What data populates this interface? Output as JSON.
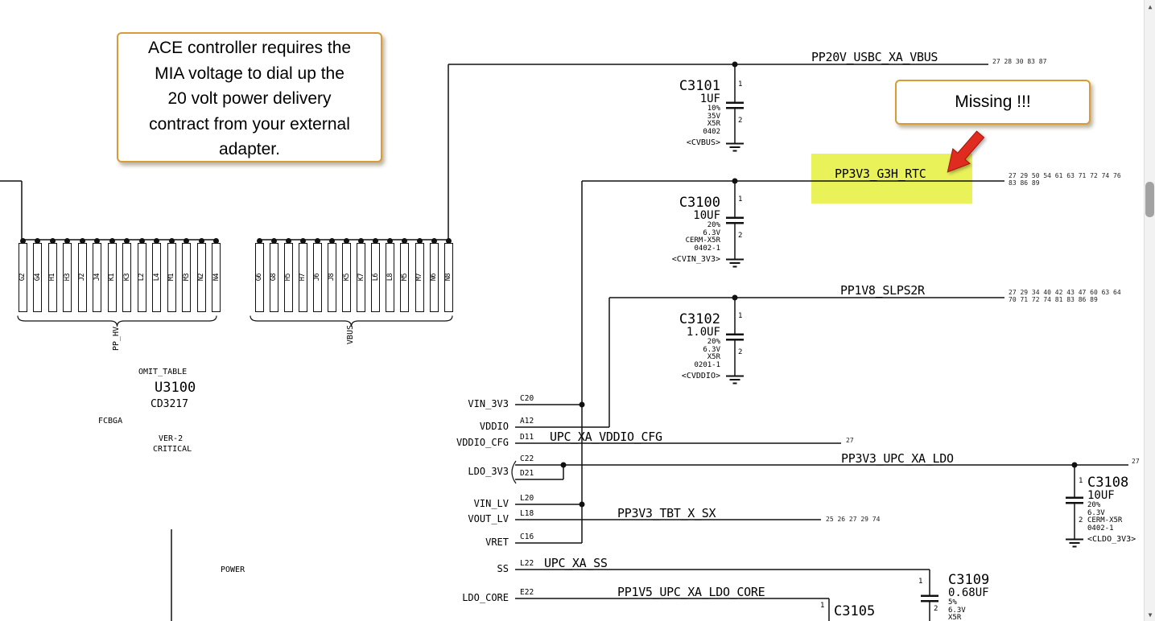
{
  "colors": {
    "highlight": "#EAF25A",
    "callout_border": "#D89B35",
    "arrow_red": "#E02B20",
    "wire": "#111111"
  },
  "callouts": {
    "note": "ACE controller requires the\nMIA voltage to dial up the\n20 volt power delivery\ncontract from your external\nadapter.",
    "missing": "Missing !!!"
  },
  "nets": {
    "pp20v_usbc_xa_vbus": {
      "label": "PP20V_USBC_XA_VBUS",
      "pins": "27 28 30 83 87"
    },
    "pp3v3_g3h_rtc": {
      "label": "PP3V3_G3H_RTC",
      "pins_row1": "27 29 50 54 61 63 71 72 74 76",
      "pins_row2": "83 86 89"
    },
    "pp1v8_slps2r": {
      "label": "PP1V8_SLPS2R",
      "pins_row1": "27 29 34 40 42 43 47 60 63 64",
      "pins_row2": "70 71 72 74 81 83 86 89"
    },
    "upc_xa_vddio_cfg": {
      "label": "UPC_XA_VDDIO_CFG",
      "pins": "27"
    },
    "pp3v3_upc_xa_ldo": {
      "label": "PP3V3_UPC_XA_LDO",
      "pins": "27"
    },
    "pp3v3_tbt_x_sx": {
      "label": "PP3V3_TBT_X_SX",
      "pins": "25 26 27 29 74"
    },
    "upc_xa_ss": {
      "label": "UPC_XA_SS"
    },
    "pp1v5_upc_xa_ldo_core": {
      "label": "PP1V5_UPC_XA_LDO_CORE"
    }
  },
  "capacitors": {
    "c3101": {
      "ref": "C3101",
      "value": "1UF",
      "tol": "10%",
      "volt": "35V",
      "diel": "X5R",
      "pkg": "0402",
      "cls": "<CVBUS>",
      "pin1": "1",
      "pin2": "2"
    },
    "c3100": {
      "ref": "C3100",
      "value": "10UF",
      "tol": "20%",
      "volt": "6.3V",
      "diel": "CERM-X5R",
      "pkg": "0402-1",
      "cls": "<CVIN_3V3>",
      "pin1": "1",
      "pin2": "2"
    },
    "c3102": {
      "ref": "C3102",
      "value": "1.0UF",
      "tol": "20%",
      "volt": "6.3V",
      "diel": "X5R",
      "pkg": "0201-1",
      "cls": "<CVDDIO>",
      "pin1": "1",
      "pin2": "2"
    },
    "c3108": {
      "ref": "C3108",
      "value": "10UF",
      "tol": "20%",
      "volt": "6.3V",
      "diel": "CERM-X5R",
      "pkg": "0402-1",
      "cls": "<CLDO_3V3>",
      "pin1": "1",
      "pin2": "2"
    },
    "c3109": {
      "ref": "C3109",
      "value": "0.68UF",
      "tol": "5%",
      "volt": "6.3V",
      "diel": "X5R",
      "pin1": "1",
      "pin2": "2"
    },
    "c3105": {
      "ref": "C3105",
      "pin1": "1"
    }
  },
  "ic": {
    "omit_table": "OMIT_TABLE",
    "ref": "U3100",
    "part": "CD3217",
    "pkg": "FCBGA",
    "version": "VER-2",
    "critical": "CRITICAL",
    "power": "POWER"
  },
  "pin_groups": {
    "pp_hv": {
      "label": "PP_HV",
      "pins": [
        "G2",
        "G4",
        "H1",
        "H3",
        "J2",
        "J4",
        "K1",
        "K3",
        "L2",
        "L4",
        "M1",
        "M3",
        "N2",
        "N4"
      ]
    },
    "vbus": {
      "label": "VBUS",
      "pins": [
        "G6",
        "G8",
        "H5",
        "H7",
        "J6",
        "J8",
        "K5",
        "K7",
        "L6",
        "L8",
        "M5",
        "M7",
        "N6",
        "N8"
      ]
    }
  },
  "right_pins": {
    "vin_3v3": {
      "name": "VIN_3V3",
      "des": "C20"
    },
    "vddio": {
      "name": "VDDIO",
      "des": "A12"
    },
    "vddio_cfg": {
      "name": "VDDIO_CFG",
      "des": "D11"
    },
    "ldo_3v3": {
      "name": "LDO_3V3",
      "des1": "C22",
      "des2": "D21"
    },
    "vin_lv": {
      "name": "VIN_LV",
      "des": "L20"
    },
    "vout_lv": {
      "name": "VOUT_LV",
      "des": "L18"
    },
    "vret": {
      "name": "VRET",
      "des": "C16"
    },
    "ss": {
      "name": "SS",
      "des": "L22"
    },
    "ldo_core": {
      "name": "LDO_CORE",
      "des": "E22"
    }
  },
  "scrollbar": {
    "up": "▲",
    "down": "▼"
  }
}
